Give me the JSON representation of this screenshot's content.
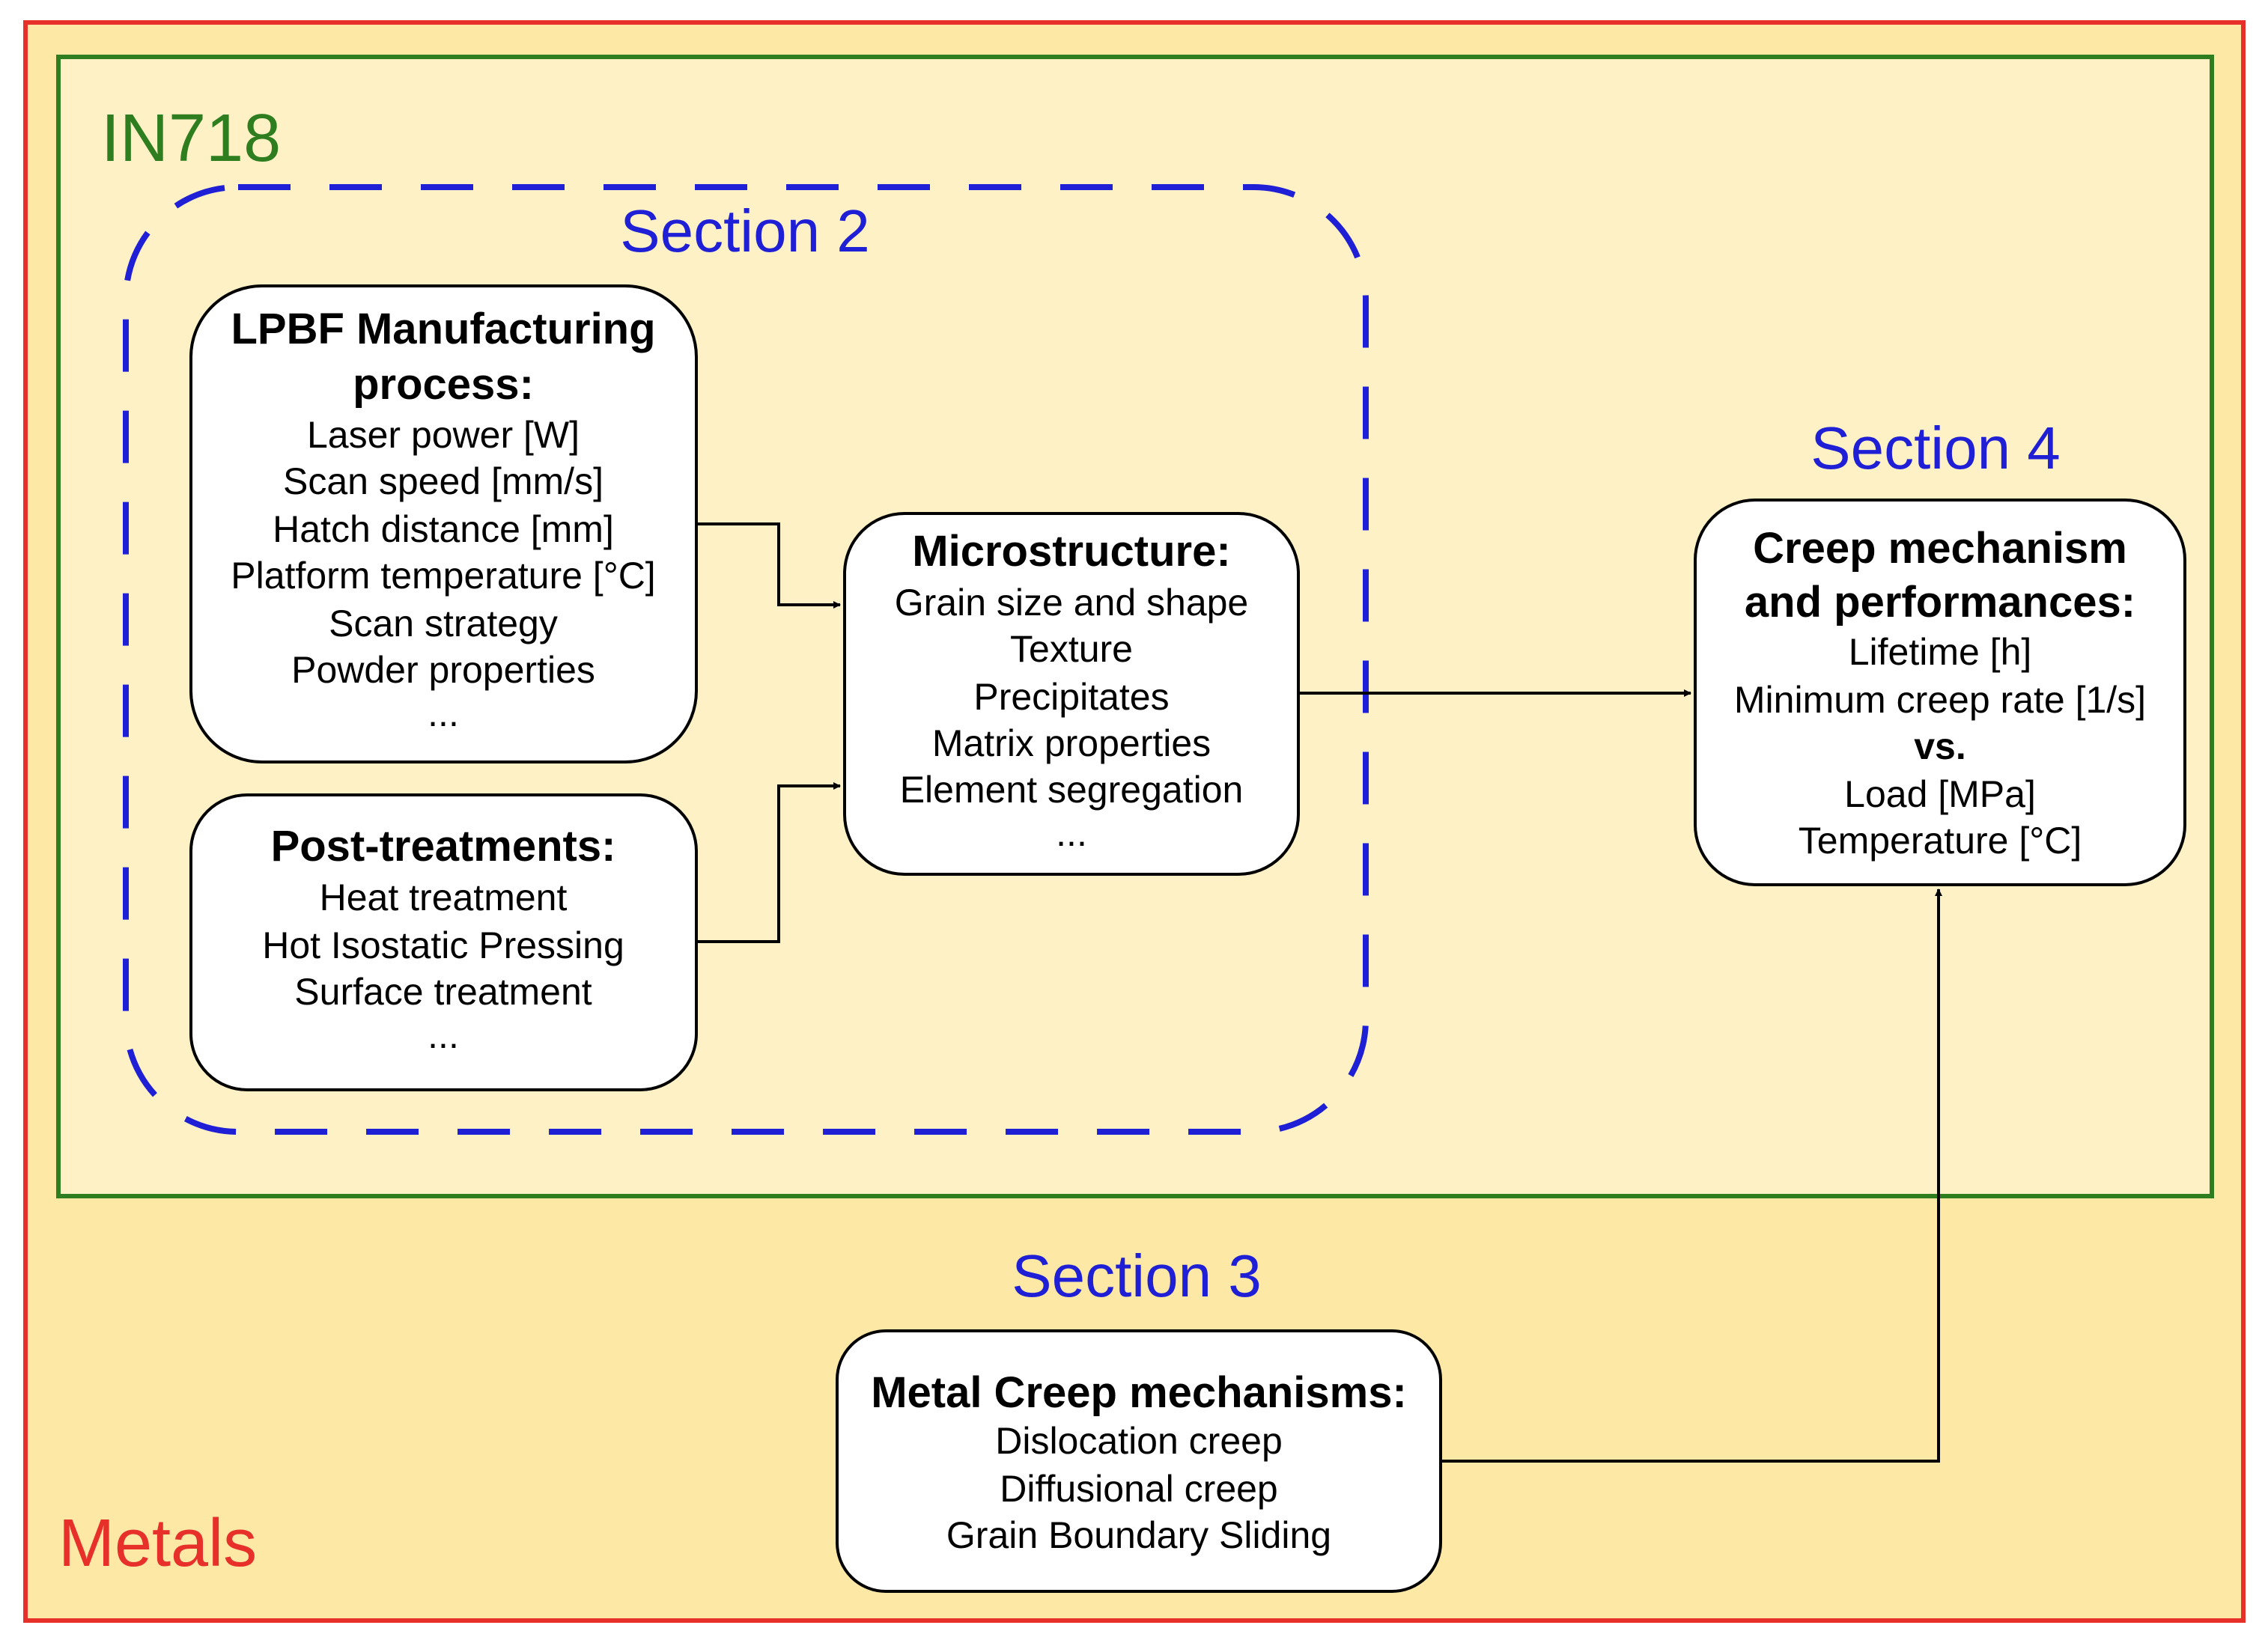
{
  "colors": {
    "outer_fill": "#fde8a6",
    "inner_fill": "#fff1c6",
    "outer_border": "#e8302b",
    "inner_border": "#2e7d1e",
    "section_label": "#1f1fd6",
    "dashed_border": "#1f1fd6",
    "box_fill": "#ffffff",
    "box_border": "#000000"
  },
  "regions": {
    "metals_label": "Metals",
    "in718_label": "IN718"
  },
  "sections": {
    "section2": "Section 2",
    "section3": "Section 3",
    "section4": "Section 4"
  },
  "boxes": {
    "lpbf": {
      "title_lines": [
        "LPBF Manufacturing",
        "process:"
      ],
      "items": [
        "Laser power [W]",
        "Scan speed [mm/s]",
        "Hatch distance [mm]",
        "Platform temperature [°C]",
        "Scan strategy",
        "Powder properties",
        "..."
      ]
    },
    "post_treatments": {
      "title_lines": [
        "Post-treatments:"
      ],
      "items": [
        "Heat treatment",
        "Hot Isostatic Pressing",
        "Surface treatment",
        "..."
      ]
    },
    "microstructure": {
      "title_lines": [
        "Microstructure:"
      ],
      "items": [
        "Grain size and shape",
        "Texture",
        "Precipitates",
        "Matrix properties",
        "Element segregation",
        "..."
      ]
    },
    "creep_performance": {
      "title_lines": [
        "Creep mechanism",
        "and performances:"
      ],
      "items": [
        "Lifetime [h]",
        "Minimum creep rate [1/s]"
      ],
      "separator": "vs.",
      "items_after": [
        "Load [MPa]",
        "Temperature [°C]"
      ]
    },
    "metal_creep": {
      "title_lines": [
        "Metal Creep mechanisms:"
      ],
      "items": [
        "Dislocation creep",
        "Diffusional creep",
        "Grain Boundary Sliding"
      ]
    }
  }
}
